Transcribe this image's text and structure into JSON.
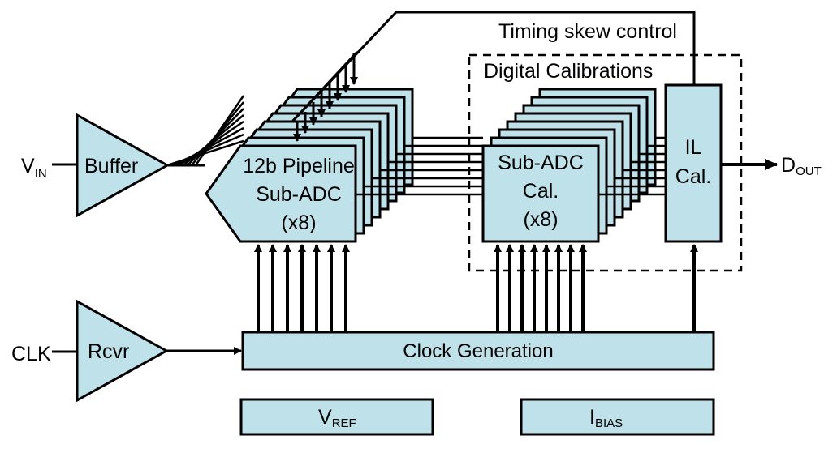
{
  "title": "Timing skew control",
  "labels": {
    "vin_main": "V",
    "vin_sub": "IN",
    "clk": "CLK",
    "dout_main": "D",
    "dout_sub": "OUT",
    "digital_calibrations": "Digital Calibrations",
    "timing_skew_control": "Timing skew control"
  },
  "blocks": {
    "buffer": "Buffer",
    "rcvr": "Rcvr",
    "pipeline_line1": "12b Pipeline",
    "pipeline_line2": "Sub-ADC",
    "pipeline_line3": "(x8)",
    "subadc_cal_line1": "Sub-ADC",
    "subadc_cal_line2": "Cal.",
    "subadc_cal_line3": "(x8)",
    "il_cal_line1": "IL",
    "il_cal_line2": "Cal.",
    "clock_generation": "Clock Generation",
    "vref_main": "V",
    "vref_sub": "REF",
    "ibias_main": "I",
    "ibias_sub": "BIAS"
  },
  "colors": {
    "block_fill": "#bfe1ea",
    "stroke": "#000000"
  }
}
